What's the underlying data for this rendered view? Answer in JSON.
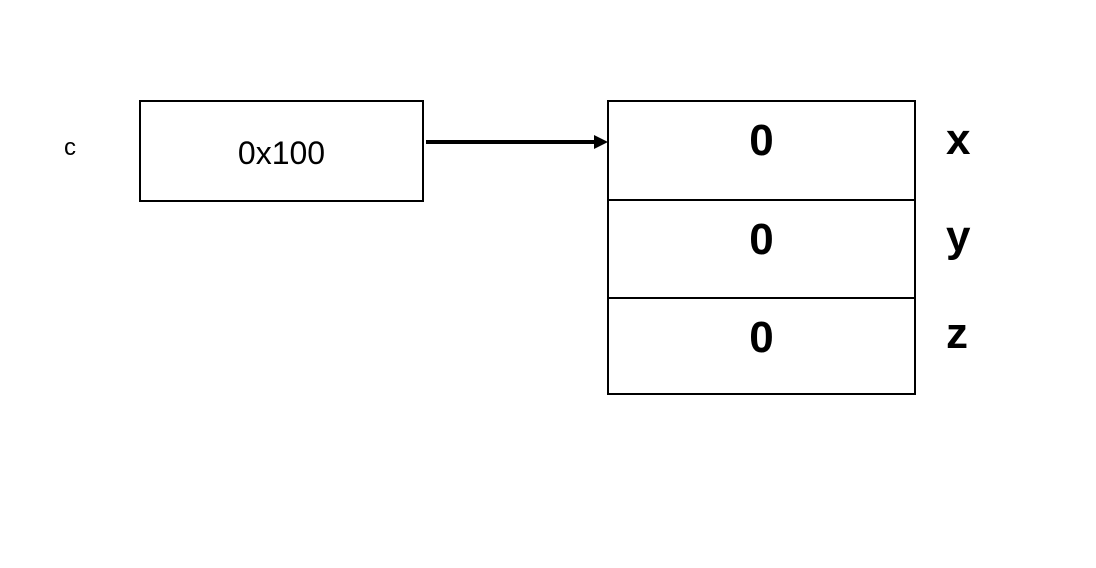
{
  "variable": {
    "name": "c",
    "value": "0x100"
  },
  "struct": {
    "fields": [
      {
        "name": "x",
        "value": "0"
      },
      {
        "name": "y",
        "value": "0"
      },
      {
        "name": "z",
        "value": "0"
      }
    ]
  }
}
